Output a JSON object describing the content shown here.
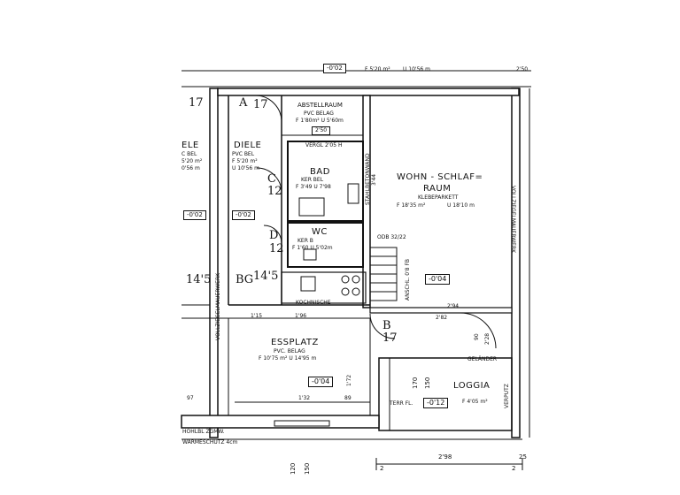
{
  "rooms": {
    "abstellraum": {
      "name": "ABSTELLRAUM",
      "floor": "PVC BELAG",
      "area": "F 1'80m²  U 5'60m",
      "height": "2'50"
    },
    "diele": {
      "name": "DIELE",
      "floor": "PVC BEL",
      "area": "F 5'20 m²",
      "perimeter": "U 10'56 m"
    },
    "diele_left": {
      "name": "ELE",
      "floor": "C BEL",
      "area": "5'20 m²",
      "perimeter": "0'56 m"
    },
    "bad": {
      "name": "BAD",
      "floor": "KER BEL",
      "area": "F 3'49 U 7'98",
      "note": "VERGL 2'05 H"
    },
    "wc": {
      "name": "WC",
      "floor": "KER B",
      "area": "F 1'60 U 5'02m"
    },
    "wohn": {
      "name": "WOHN - SCHLAF=",
      "name2": "RAUM",
      "floor": "KLEBEPARKETT",
      "area": "F 18'35 m²",
      "perimeter": "U 18'10 m"
    },
    "kochnische": {
      "name": "KOCHNISCHE"
    },
    "essplatz": {
      "name": "ESSPLATZ",
      "floor": "PVC. BELAG",
      "area": "F 10'75 m²  U 14'95 m"
    },
    "loggia": {
      "name": "LOGGIA",
      "area": "F 4'05 m²"
    }
  },
  "levels": {
    "top": "-0'02",
    "diele_left": "-0'02",
    "diele": "-0'02",
    "wohn": "-0'04",
    "essplatz": "-0'04",
    "loggia": "-0'12"
  },
  "top_info": {
    "area": "F 5'20 m²",
    "perimeter": "U 10'56 m",
    "dim250": "2'50"
  },
  "door_codes": {
    "a": "A",
    "a_num": "17",
    "c": "C",
    "c_num": "12",
    "d": "D",
    "d_num": "12",
    "b": "B",
    "b_num": "17",
    "bg": "BG",
    "bg_num": "14'5",
    "d3": "14'5",
    "n17": "17"
  },
  "wall_labels": {
    "vollziegel_left": "VOLLZIEGELMAUERWERK",
    "vollziegel_right": "VOLLZIEGELMAUERWERK",
    "stahlbeton": "STAHLBETONWAND",
    "hohlbl": "HOHLBL ZGMW.",
    "waermeschutz": "WÄRMESCHUTZ 4cm",
    "terr": "TERR FL.",
    "verputz": "VERPUTZ",
    "gelander": "GELÄNDER",
    "odb": "ODB 32/22",
    "ansch": "ANSCHL. 0'8 FB"
  },
  "dims": {
    "d115": "1'15",
    "d196": "1'96",
    "d294": "2'94",
    "d282": "2'82",
    "d90": "90",
    "d228": "2'28",
    "d170": "170",
    "d150": "150",
    "d172": "1'72",
    "d132": "1'32",
    "d89": "89",
    "d97": "97",
    "d120": "120",
    "d150b": "150",
    "d298": "2'98",
    "d2a": "2",
    "d2b": "2",
    "d25": "25",
    "d344": "3'44"
  }
}
